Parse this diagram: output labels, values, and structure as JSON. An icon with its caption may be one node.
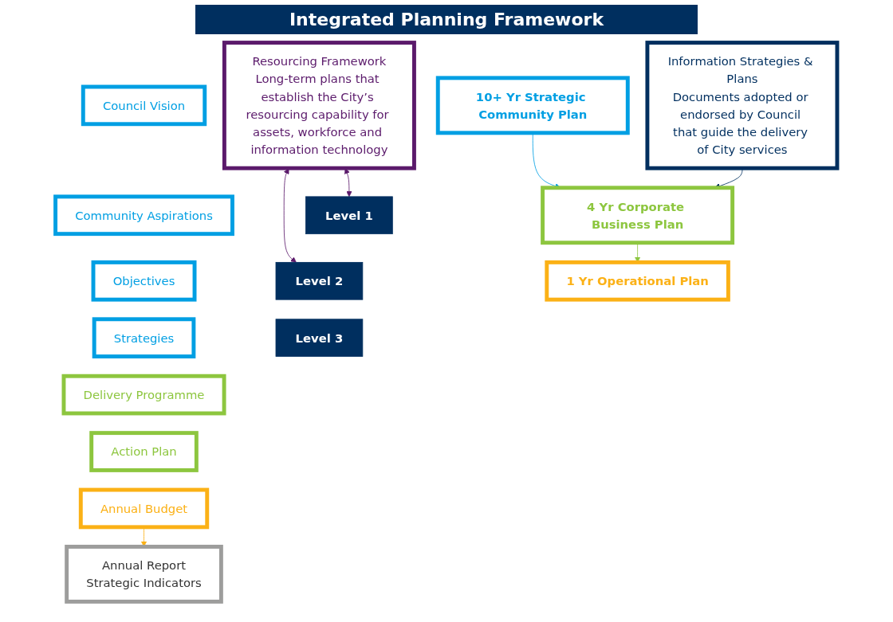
{
  "diagram": {
    "title": "Integrated Planning Framework",
    "nodes": [
      {
        "text": [
          "Level 1"
        ]
      },
      {
        "text": [
          "10+ Yr Strategic Community Plan"
        ]
      },
      {
        "text": [
          "Council Vision"
        ]
      },
      {
        "text": [
          "Community Aspirations"
        ]
      },
      {
        "text": [
          "Objectives"
        ]
      },
      {
        "text": [
          "Strategies"
        ]
      },
      {
        "text": [
          "Level 2"
        ]
      },
      {
        "text": [
          "4 Yr Corporate Business Plan"
        ]
      },
      {
        "text": [
          "Delivery Programme"
        ]
      },
      {
        "text": [
          "Action Plan"
        ]
      },
      {
        "text": [
          "Level 3"
        ]
      },
      {
        "text": [
          "1 Yr Operational Plan"
        ]
      },
      {
        "text": [
          "Annual Budget"
        ]
      },
      {
        "text": [
          "Resourcing Framework",
          "Long-term plans that establish the City’s resourcing capability for assets, workforce and information technology"
        ]
      },
      {
        "text": [
          "Information Strategies & Plans",
          "Documents adopted or endorsed by Council that guide the delivery of City services"
        ]
      },
      {
        "text": [
          "Annual Report",
          "Strategic Indicators"
        ]
      }
    ],
    "edges": [
      {
        "from": 1,
        "to": 7,
        "arrow": "to",
        "color": "#009fe3"
      },
      {
        "from": 7,
        "to": 11,
        "arrow": "to",
        "color": "#8dc63f"
      },
      {
        "from": 12,
        "to": 15,
        "arrow": "to",
        "color": "#fbb116"
      },
      {
        "from": 14,
        "to": 7,
        "arrow": "to",
        "color": "#002f5f"
      },
      {
        "from": 13,
        "to": 0,
        "arrow": "both",
        "color": "#5b1a6b"
      },
      {
        "from": 13,
        "to": 6,
        "arrow": "both",
        "color": "#5b1a6b"
      }
    ]
  }
}
